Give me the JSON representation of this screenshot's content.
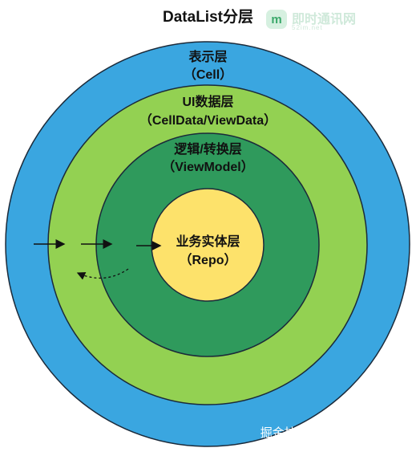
{
  "title": "DataList分层",
  "logo": {
    "badge": "m",
    "name": "即时通讯网",
    "subtitle": "52im.net"
  },
  "layers": [
    {
      "name": "表示层",
      "detail": "（Cell）",
      "color": "#3aa6e0"
    },
    {
      "name": "UI数据层",
      "detail": "（CellData/ViewData）",
      "color": "#93d152"
    },
    {
      "name": "逻辑/转换层",
      "detail": "（ViewModel）",
      "color": "#2f9a5c"
    },
    {
      "name": "业务实体层",
      "detail": "（Repo）",
      "color": "#fde26b"
    }
  ],
  "watermark": "掘金技术社区 @ JackJiang"
}
